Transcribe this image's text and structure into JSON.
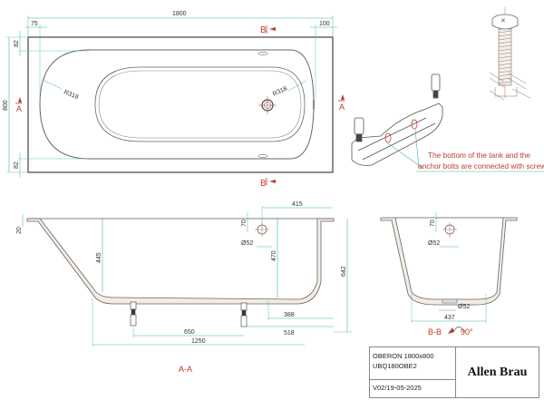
{
  "top_view": {
    "length": "1800",
    "width": "800",
    "edge_left": "75",
    "edge_right": "100",
    "edge_top": "82",
    "edge_bottom": "82",
    "radius_left": "R318",
    "radius_right": "R318",
    "section_b_top": "B",
    "section_b_bottom": "B",
    "section_a_left": "A",
    "section_a_right": "A"
  },
  "section_aa": {
    "label": "A-A",
    "rim_thickness": "20",
    "depth_inner": "445",
    "overflow_offset": "70",
    "overflow_diameter": "Ø52",
    "overflow_from_end": "415",
    "overflow_depth": "470",
    "total_height": "642",
    "drain_from_end": "388",
    "leg_from_end": "518",
    "leg_spacing": "650",
    "leg_span": "1250"
  },
  "section_bb": {
    "label": "B-B",
    "rotation": "90°",
    "overflow_offset": "70",
    "overflow_diameter": "Ø52",
    "drain_diameter": "Ø52",
    "bottom_width": "437"
  },
  "detail": {
    "note_line1": "The bottom of the tank and the",
    "note_line2": "anchor bolts are connected with screw"
  },
  "title_block": {
    "model": "OBERON  1800x800",
    "code": "UBQ180OBE2",
    "version": "V02/19-05-2025",
    "brand": "Allen Brau"
  },
  "colors": {
    "dimension": "#3cb89a",
    "section_marker": "#c0392b",
    "outline": "#555555"
  }
}
